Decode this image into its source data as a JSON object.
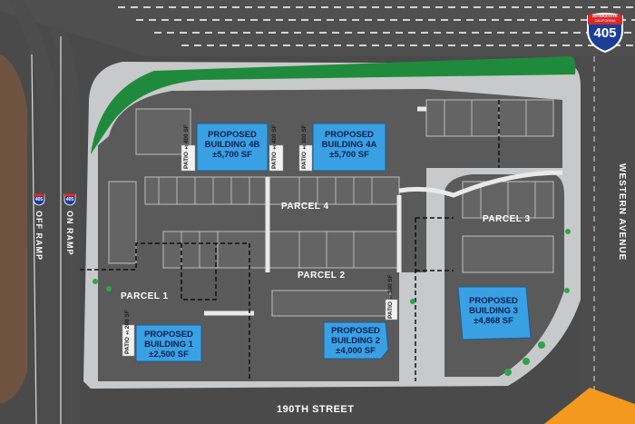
{
  "map": {
    "freeway_shield": {
      "top": "INTERSTATE",
      "mid": "CALIFORNIA",
      "number": "405"
    },
    "ramp_shield_number": "405",
    "streets": {
      "south": "190TH STREET",
      "east": "WESTERN AVENUE",
      "off_ramp": "OFF RAMP",
      "on_ramp": "ON RAMP"
    },
    "parcels": [
      "PARCEL 1",
      "PARCEL 2",
      "PARCEL 3",
      "PARCEL 4"
    ],
    "buildings": [
      {
        "line1": "PROPOSED",
        "line2": "BUILDING 4B",
        "line3": "±5,700 SF"
      },
      {
        "line1": "PROPOSED",
        "line2": "BUILDING 4A",
        "line3": "±5,700 SF"
      },
      {
        "line1": "PROPOSED",
        "line2": "BUILDING 1",
        "line3": "±2,500 SF"
      },
      {
        "line1": "PROPOSED",
        "line2": "BUILDING 2",
        "line3": "±4,000 SF"
      },
      {
        "line1": "PROPOSED",
        "line2": "BUILDING 3",
        "line3": "±4,868 SF"
      }
    ],
    "patios": [
      {
        "title": "PATIO",
        "size": "±400 SF"
      },
      {
        "title": "PATIO",
        "size": "±400 SF"
      },
      {
        "title": "PATIO",
        "size": "±300 SF"
      },
      {
        "title": "PATIO",
        "size": "±200 SF"
      },
      {
        "title": "PATIO",
        "size": "±300 SF"
      }
    ],
    "colors": {
      "asphalt": "#4a4a4a",
      "lot": "#c8c9cb",
      "landscape": "#1f8a3c",
      "building": "#3aa0e4",
      "dirt": "#6e5440",
      "accent": "#f39a1e"
    }
  }
}
